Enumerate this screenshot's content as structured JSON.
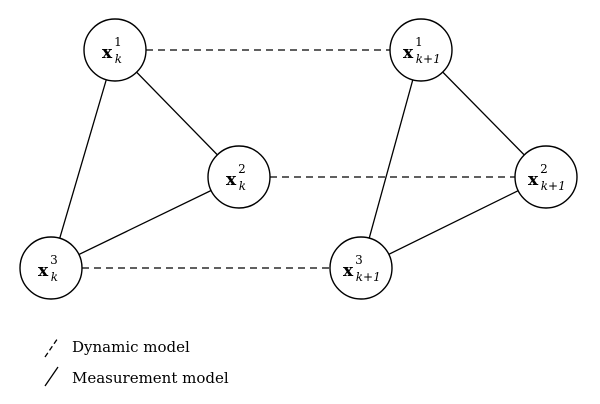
{
  "nodes": [
    {
      "id": "xk1",
      "var": "x",
      "sup": "1",
      "sub": "k"
    },
    {
      "id": "xk2",
      "var": "x",
      "sup": "2",
      "sub": "k"
    },
    {
      "id": "xk3",
      "var": "x",
      "sup": "3",
      "sub": "k"
    },
    {
      "id": "xk11",
      "var": "x",
      "sup": "1",
      "sub": "k+1"
    },
    {
      "id": "xk12",
      "var": "x",
      "sup": "2",
      "sub": "k+1"
    },
    {
      "id": "xk13",
      "var": "x",
      "sup": "3",
      "sub": "k+1"
    }
  ],
  "legend": {
    "dynamic_label": "Dynamic model",
    "measurement_label": "Measurement model"
  }
}
